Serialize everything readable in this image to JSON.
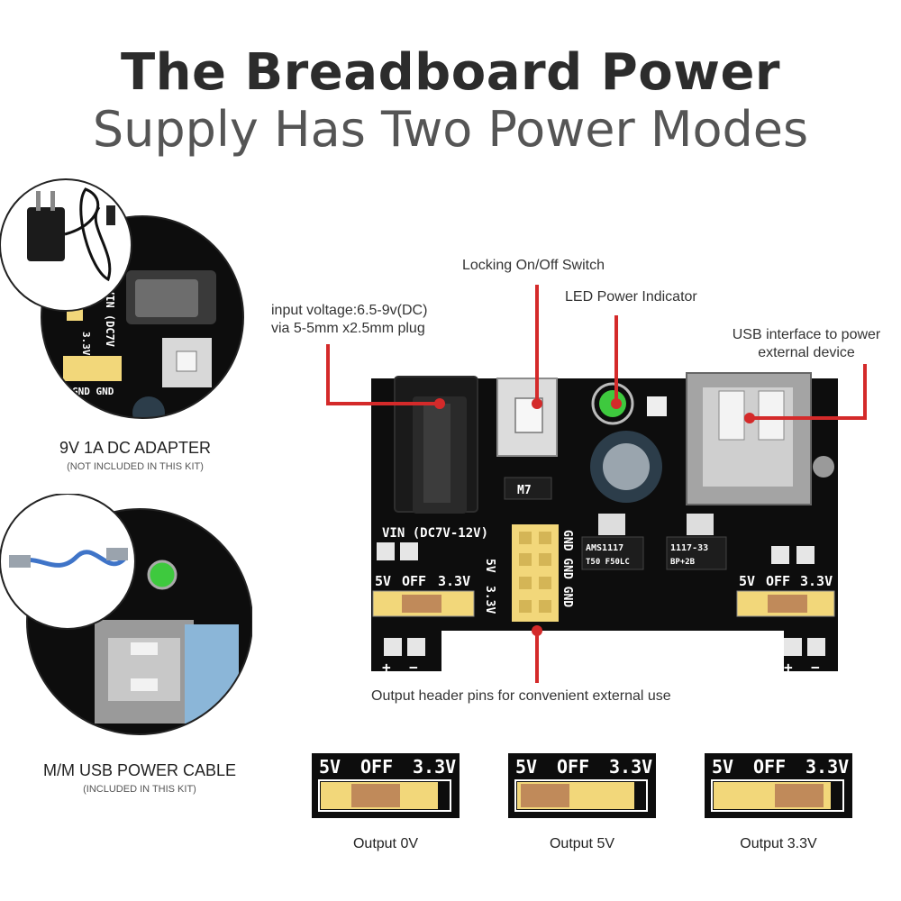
{
  "title": {
    "line1": "The Breadboard Power",
    "line2": "Supply Has Two Power Modes"
  },
  "callouts": {
    "input_voltage": [
      "input voltage:6.5-9v(DC)",
      "via 5-5mm x2.5mm plug"
    ],
    "switch": "Locking On/Off Switch",
    "led": "LED Power Indicator",
    "usb": [
      "USB interface to power",
      "external device"
    ],
    "header": "Output header pins for convenient external use"
  },
  "left_panels": {
    "adapter": {
      "name": "9V 1A DC ADAPTER",
      "note": "(NOT INCLUDED IN THIS KIT)"
    },
    "cable": {
      "name": "M/M USB POWER CABLE",
      "note": "(INCLUDED IN THIS KIT)"
    }
  },
  "board_labels": {
    "vin": "VIN (DC7V-12V)",
    "five_v": "5V",
    "three_v": "3.3V",
    "gnd": "GND GND GND",
    "off": "OFF",
    "plus": "+",
    "minus": "−",
    "reg1_line1": "AMS1117",
    "reg1_line2": "T50 F50LC",
    "reg2_line1": "1117-33",
    "reg2_line2": "BP+2B",
    "diode": "M7"
  },
  "switch_states": [
    {
      "labels": [
        "5V",
        "OFF",
        "3.3V"
      ],
      "position": "middle",
      "caption": "Output 0V"
    },
    {
      "labels": [
        "5V",
        "OFF",
        "3.3V"
      ],
      "position": "left",
      "caption": "Output 5V"
    },
    {
      "labels": [
        "5V",
        "OFF",
        "3.3V"
      ],
      "position": "right",
      "caption": "Output 3.3V"
    }
  ],
  "colors": {
    "accent_red": "#d42a2a",
    "pcb_black": "#0d0d0d",
    "header_yellow": "#f2d77a",
    "led_green": "#3ec93e"
  }
}
